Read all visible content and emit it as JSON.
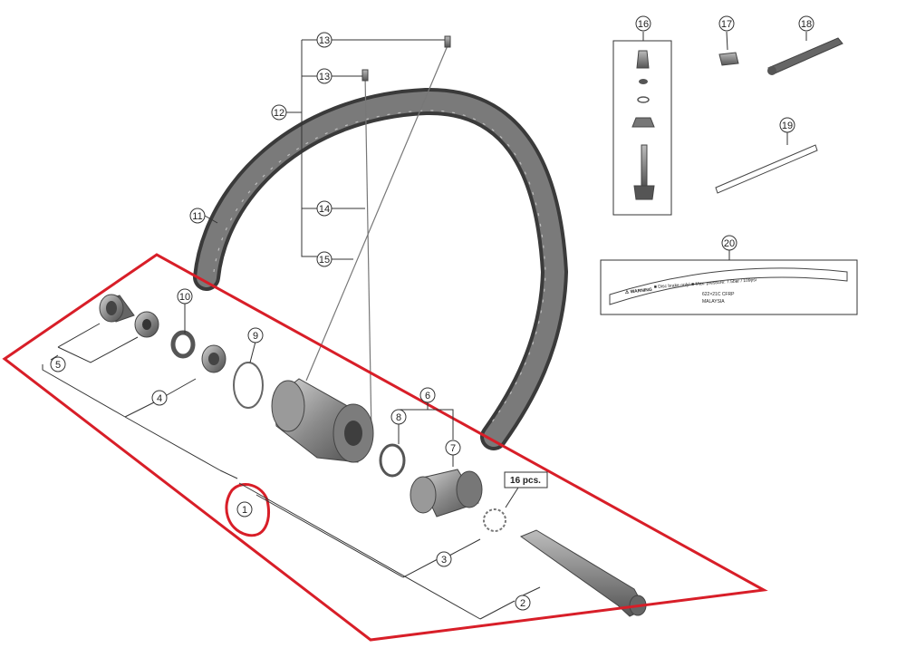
{
  "callouts": {
    "c1": "1",
    "c2": "2",
    "c3": "3",
    "c4": "4",
    "c5": "5",
    "c6": "6",
    "c7": "7",
    "c8": "8",
    "c9": "9",
    "c10": "10",
    "c11": "11",
    "c12": "12",
    "c13a": "13",
    "c13b": "13",
    "c14": "14",
    "c15": "15",
    "c16": "16",
    "c17": "17",
    "c18": "18",
    "c19": "19",
    "c20": "20"
  },
  "qty_note": "16 pcs.",
  "rim_decal": {
    "warning": "⚠ WARNING",
    "line1": "■ Disc brake only! ■ Max. pressure: 7.5bar / 109psi",
    "size": "622×21C CFRP",
    "origin": "MALAYSIA"
  },
  "colors": {
    "highlight": "#d81e28",
    "line": "#333333",
    "part_fill": "#8c8c8c",
    "part_dark": "#5a5a5a",
    "rim_fill": "#6e6e6e"
  }
}
